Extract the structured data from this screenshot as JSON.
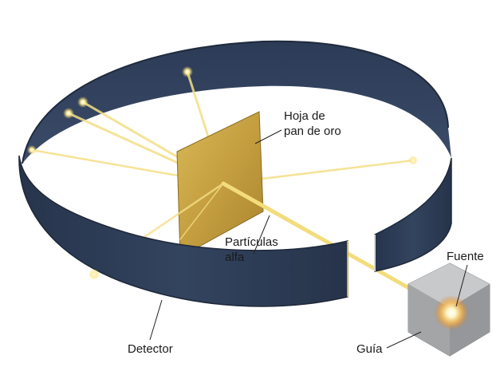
{
  "labels": {
    "foil_line1": "Hoja de",
    "foil_line2": "pan de oro",
    "particles_line1": "Partículas",
    "particles_line2": "alfa",
    "source": "Fuente",
    "detector": "Detector",
    "guide": "Guía"
  },
  "colors": {
    "ring": "#2b3a54",
    "ring_light": "#3d4f6e",
    "foil": "#c9a646",
    "beam": "#f3dc7c",
    "box": "#a9abad"
  }
}
